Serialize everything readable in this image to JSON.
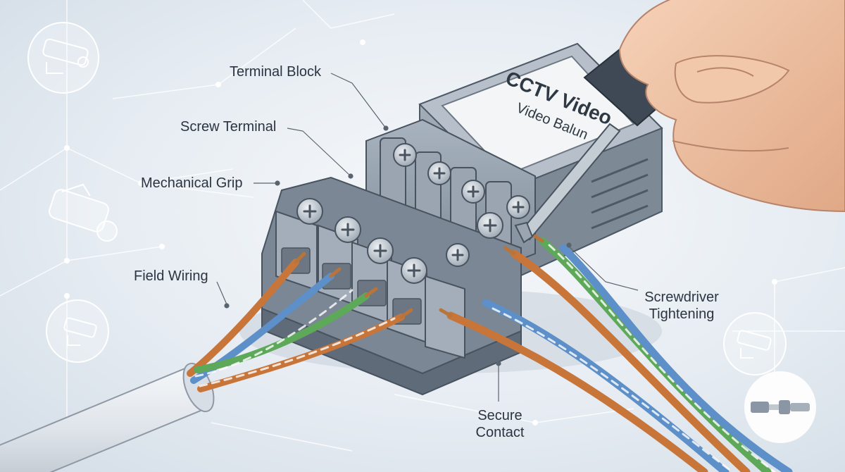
{
  "device": {
    "label_line1": "CCTV Video",
    "label_line2": "Video Balun"
  },
  "callouts": {
    "terminal_block": "Terminal Block",
    "screw_terminal": "Screw Terminal",
    "mechanical_grip": "Mechanical Grip",
    "field_wiring": "Field Wiring",
    "screwdriver_line1": "Screwdriver",
    "screwdriver_line2": "Tightening",
    "secure_line1": "Secure",
    "secure_line2": "Contact"
  },
  "icons": [
    "cctv-camera-icon",
    "bullet-camera-icon",
    "cctv-camera-icon",
    "cctv-camera-icon",
    "balun-connector-icon"
  ],
  "colors": {
    "background": "#e6ecf2",
    "block": "#8a96a3",
    "wire_orange": "#c8753a",
    "wire_blue": "#5d8fc8",
    "wire_green": "#5ea85a",
    "copper": "#b8743a",
    "handle": "#5b6876"
  }
}
